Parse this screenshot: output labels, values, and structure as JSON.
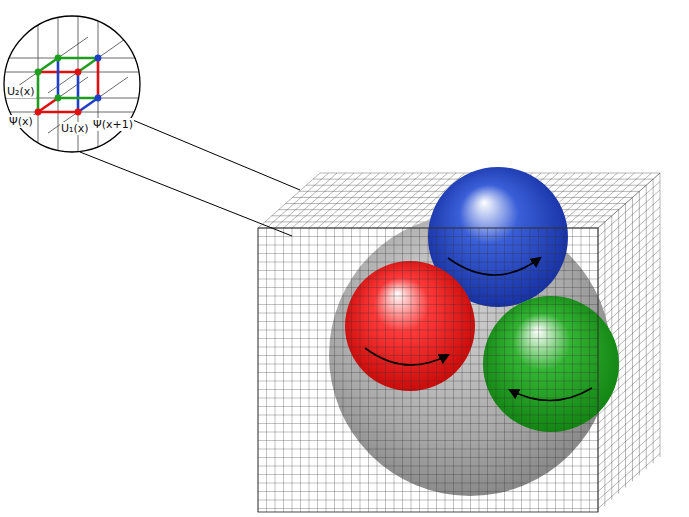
{
  "diagram": {
    "labels": [
      "U₂(x)",
      "Ψ(x)",
      "U₁(x)",
      "Ψ(x+1)"
    ]
  }
}
